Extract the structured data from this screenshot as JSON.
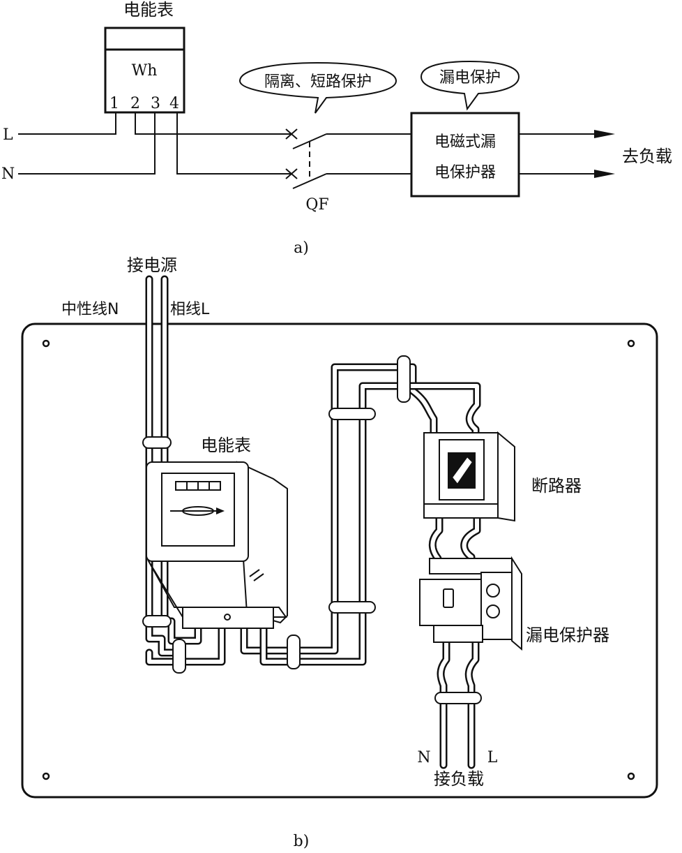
{
  "part_a": {
    "label": "a)",
    "meter": {
      "title": "电能表",
      "unit": "Wh",
      "terminals": [
        "1",
        "2",
        "3",
        "4"
      ]
    },
    "line_labels": {
      "live": "L",
      "neutral": "N"
    },
    "callout_isolation": "隔离、短路保护",
    "callout_leakage": "漏电保护",
    "breaker_label": "QF",
    "rcd_box": {
      "line1": "电磁式漏",
      "line2": "电保护器"
    },
    "to_load": "去负载"
  },
  "part_b": {
    "label": "b)",
    "supply_label": "接电源",
    "neutral_label": "中性线N",
    "live_label": "相线L",
    "meter_label": "电能表",
    "breaker_label": "断路器",
    "rcd_label": "漏电保护器",
    "out_neutral": "N",
    "out_live": "L",
    "load_label": "接负载"
  }
}
